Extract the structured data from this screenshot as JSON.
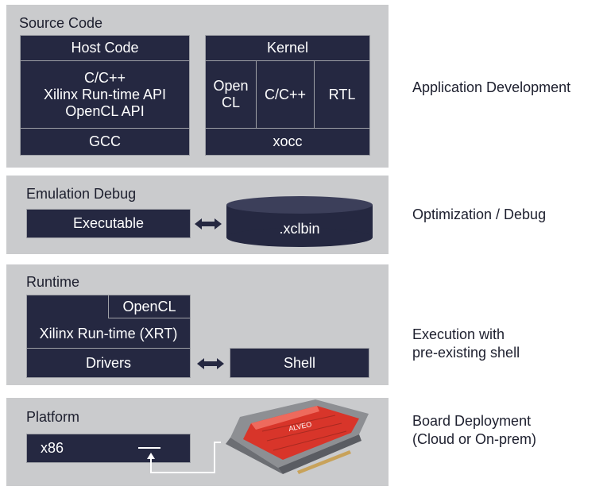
{
  "source_code": {
    "title": "Source Code",
    "host_code": "Host Code",
    "host_items": [
      "C/C++",
      "Xilinx Run-time API",
      "OpenCL API"
    ],
    "gcc": "GCC",
    "kernel": "Kernel",
    "kernel_opencl": [
      "Open",
      "CL"
    ],
    "kernel_cpp": "C/C++",
    "kernel_rtl": "RTL",
    "xocc": "xocc"
  },
  "emulation": {
    "title": "Emulation Debug",
    "executable": "Executable",
    "xclbin": ".xclbin"
  },
  "runtime": {
    "title": "Runtime",
    "opencl": "OpenCL",
    "xrt": "Xilinx Run-time (XRT)",
    "drivers": "Drivers",
    "shell": "Shell"
  },
  "platform": {
    "title": "Platform",
    "x86": "x86",
    "card_brand": "ALVEO"
  },
  "right_labels": {
    "app_dev": "Application Development",
    "opt_debug": "Optimization / Debug",
    "execution": [
      "Execution with",
      "pre-existing shell"
    ],
    "board": [
      "Board Deployment",
      "(Cloud or On-prem)"
    ]
  },
  "colors": {
    "panel": "#cacbcd",
    "box": "#252841",
    "card_red": "#d8352a"
  }
}
